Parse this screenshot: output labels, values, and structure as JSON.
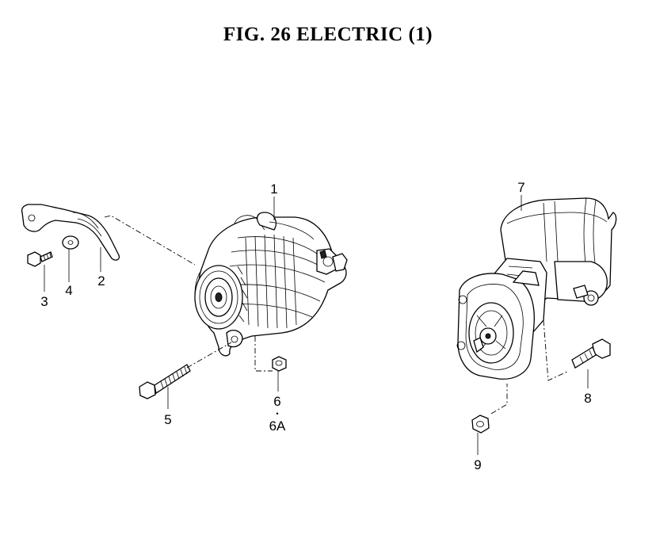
{
  "title": "FIG. 26  ELECTRIC (1)",
  "callouts": {
    "c1": "1",
    "c2": "2",
    "c3": "3",
    "c4": "4",
    "c5": "5",
    "c6": "6",
    "c6a_dot": "•",
    "c6a": "6A",
    "c7": "7",
    "c8": "8",
    "c9": "9"
  }
}
